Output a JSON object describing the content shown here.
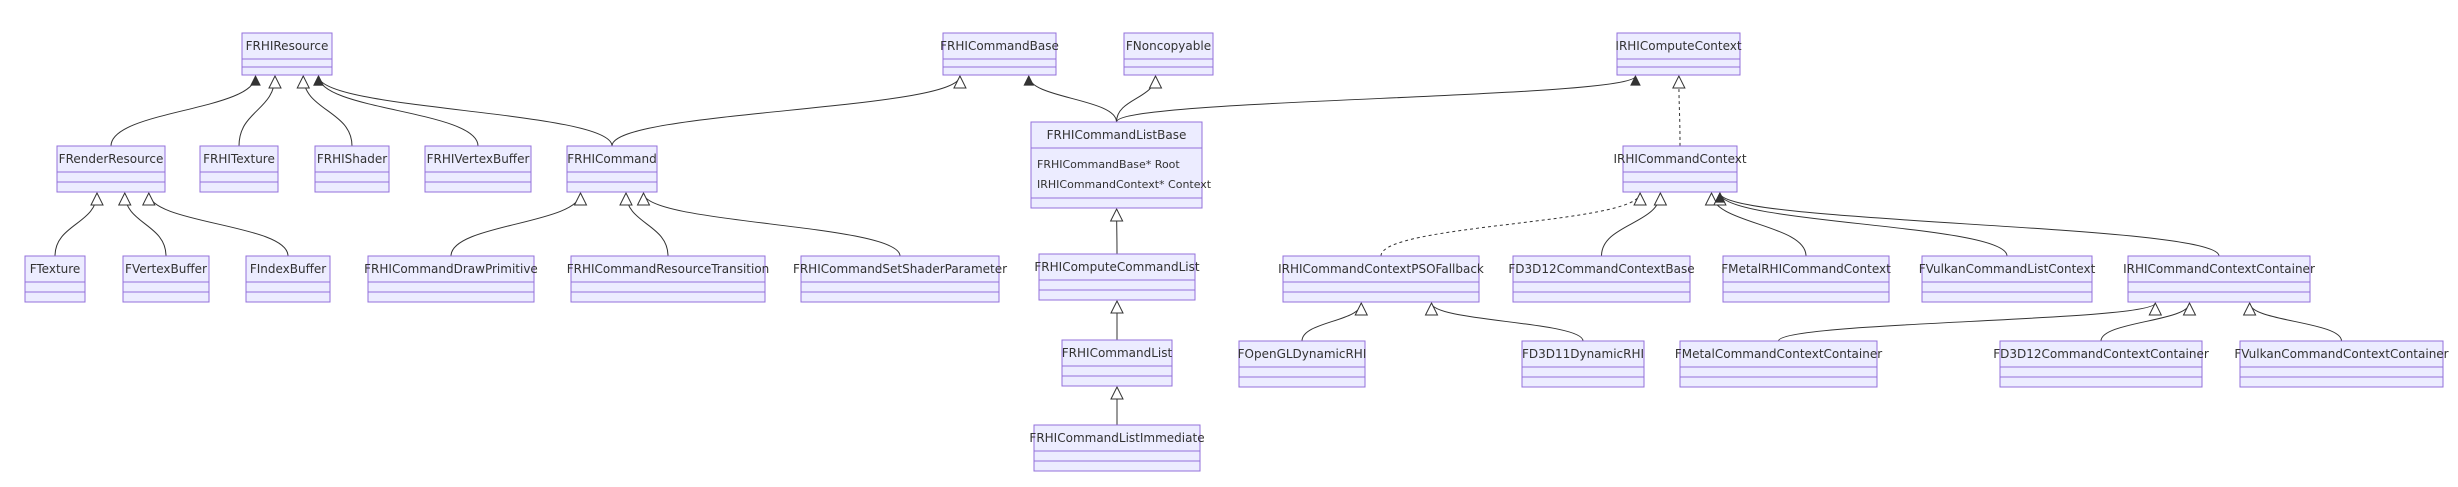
{
  "diagram": {
    "type": "class-diagram",
    "colors": {
      "node_fill": "#ECECFF",
      "node_stroke": "#9370DB",
      "edge": "#333333",
      "text": "#333333"
    },
    "classes": [
      {
        "id": "FRHIResource",
        "name": "FRHIResource",
        "members": []
      },
      {
        "id": "FRenderResource",
        "name": "FRenderResource",
        "members": []
      },
      {
        "id": "FRHITexture",
        "name": "FRHITexture",
        "members": []
      },
      {
        "id": "FRHIShader",
        "name": "FRHIShader",
        "members": []
      },
      {
        "id": "FRHIVertexBuffer",
        "name": "FRHIVertexBuffer",
        "members": []
      },
      {
        "id": "FRHICommand",
        "name": "FRHICommand",
        "members": []
      },
      {
        "id": "FTexture",
        "name": "FTexture",
        "members": []
      },
      {
        "id": "FVertexBuffer",
        "name": "FVertexBuffer",
        "members": []
      },
      {
        "id": "FIndexBuffer",
        "name": "FIndexBuffer",
        "members": []
      },
      {
        "id": "FRHICommandDrawPrimitive",
        "name": "FRHICommandDrawPrimitive",
        "members": []
      },
      {
        "id": "FRHICommandResourceTransition",
        "name": "FRHICommandResourceTransition",
        "members": []
      },
      {
        "id": "FRHICommandSetShaderParameter",
        "name": "FRHICommandSetShaderParameter",
        "members": []
      },
      {
        "id": "FRHICommandBase",
        "name": "FRHICommandBase",
        "members": []
      },
      {
        "id": "FNoncopyable",
        "name": "FNoncopyable",
        "members": []
      },
      {
        "id": "FRHICommandListBase",
        "name": "FRHICommandListBase",
        "members": [
          "FRHICommandBase* Root",
          "IRHICommandContext* Context"
        ]
      },
      {
        "id": "FRHIComputeCommandList",
        "name": "FRHIComputeCommandList",
        "members": []
      },
      {
        "id": "FRHICommandList",
        "name": "FRHICommandList",
        "members": []
      },
      {
        "id": "FRHICommandListImmediate",
        "name": "FRHICommandListImmediate",
        "members": []
      },
      {
        "id": "IRHIComputeContext",
        "name": "IRHIComputeContext",
        "members": []
      },
      {
        "id": "IRHICommandContext",
        "name": "IRHICommandContext",
        "members": []
      },
      {
        "id": "IRHICommandContextPSOFallback",
        "name": "IRHICommandContextPSOFallback",
        "members": []
      },
      {
        "id": "FD3D12CommandContextBase",
        "name": "FD3D12CommandContextBase",
        "members": []
      },
      {
        "id": "FMetalRHICommandContext",
        "name": "FMetalRHICommandContext",
        "members": []
      },
      {
        "id": "FVulkanCommandListContext",
        "name": "FVulkanCommandListContext",
        "members": []
      },
      {
        "id": "IRHICommandContextContainer",
        "name": "IRHICommandContextContainer",
        "members": []
      },
      {
        "id": "FOpenGLDynamicRHI",
        "name": "FOpenGLDynamicRHI",
        "members": []
      },
      {
        "id": "FD3D11DynamicRHI",
        "name": "FD3D11DynamicRHI",
        "members": []
      },
      {
        "id": "FMetalCommandContextContainer",
        "name": "FMetalCommandContextContainer",
        "members": []
      },
      {
        "id": "FD3D12CommandContextContainer",
        "name": "FD3D12CommandContextContainer",
        "members": []
      },
      {
        "id": "FVulkanCommandContextContainer",
        "name": "FVulkanCommandContextContainer",
        "members": []
      }
    ],
    "relations": [
      {
        "from": "FRenderResource",
        "to": "FRHIResource",
        "kind": "association"
      },
      {
        "from": "FRHITexture",
        "to": "FRHIResource",
        "kind": "inheritance"
      },
      {
        "from": "FRHIShader",
        "to": "FRHIResource",
        "kind": "inheritance"
      },
      {
        "from": "FRHIVertexBuffer",
        "to": "FRHIResource",
        "kind": "association"
      },
      {
        "from": "FRHICommand",
        "to": "FRHIResource",
        "kind": "association"
      },
      {
        "from": "FTexture",
        "to": "FRenderResource",
        "kind": "inheritance"
      },
      {
        "from": "FVertexBuffer",
        "to": "FRenderResource",
        "kind": "inheritance"
      },
      {
        "from": "FIndexBuffer",
        "to": "FRenderResource",
        "kind": "inheritance"
      },
      {
        "from": "FRHICommandDrawPrimitive",
        "to": "FRHICommand",
        "kind": "inheritance"
      },
      {
        "from": "FRHICommandResourceTransition",
        "to": "FRHICommand",
        "kind": "inheritance"
      },
      {
        "from": "FRHICommandSetShaderParameter",
        "to": "FRHICommand",
        "kind": "inheritance"
      },
      {
        "from": "FRHICommand",
        "to": "FRHICommandBase",
        "kind": "inheritance"
      },
      {
        "from": "FRHICommandListBase",
        "to": "FRHICommandBase",
        "kind": "association"
      },
      {
        "from": "FRHICommandListBase",
        "to": "FNoncopyable",
        "kind": "inheritance"
      },
      {
        "from": "FRHICommandListBase",
        "to": "IRHIComputeContext",
        "kind": "association"
      },
      {
        "from": "FRHIComputeCommandList",
        "to": "FRHICommandListBase",
        "kind": "inheritance"
      },
      {
        "from": "FRHICommandList",
        "to": "FRHIComputeCommandList",
        "kind": "inheritance"
      },
      {
        "from": "FRHICommandListImmediate",
        "to": "FRHICommandList",
        "kind": "inheritance"
      },
      {
        "from": "IRHICommandContext",
        "to": "IRHIComputeContext",
        "kind": "realization"
      },
      {
        "from": "IRHICommandContextPSOFallback",
        "to": "IRHICommandContext",
        "kind": "realization"
      },
      {
        "from": "FD3D12CommandContextBase",
        "to": "IRHICommandContext",
        "kind": "inheritance"
      },
      {
        "from": "FMetalRHICommandContext",
        "to": "IRHICommandContext",
        "kind": "inheritance"
      },
      {
        "from": "FVulkanCommandListContext",
        "to": "IRHICommandContext",
        "kind": "inheritance"
      },
      {
        "from": "IRHICommandContextContainer",
        "to": "IRHICommandContext",
        "kind": "association"
      },
      {
        "from": "FOpenGLDynamicRHI",
        "to": "IRHICommandContextPSOFallback",
        "kind": "inheritance"
      },
      {
        "from": "FD3D11DynamicRHI",
        "to": "IRHICommandContextPSOFallback",
        "kind": "inheritance"
      },
      {
        "from": "FMetalCommandContextContainer",
        "to": "IRHICommandContextContainer",
        "kind": "inheritance"
      },
      {
        "from": "FD3D12CommandContextContainer",
        "to": "IRHICommandContextContainer",
        "kind": "inheritance"
      },
      {
        "from": "FVulkanCommandContextContainer",
        "to": "IRHICommandContextContainer",
        "kind": "inheritance"
      }
    ]
  }
}
